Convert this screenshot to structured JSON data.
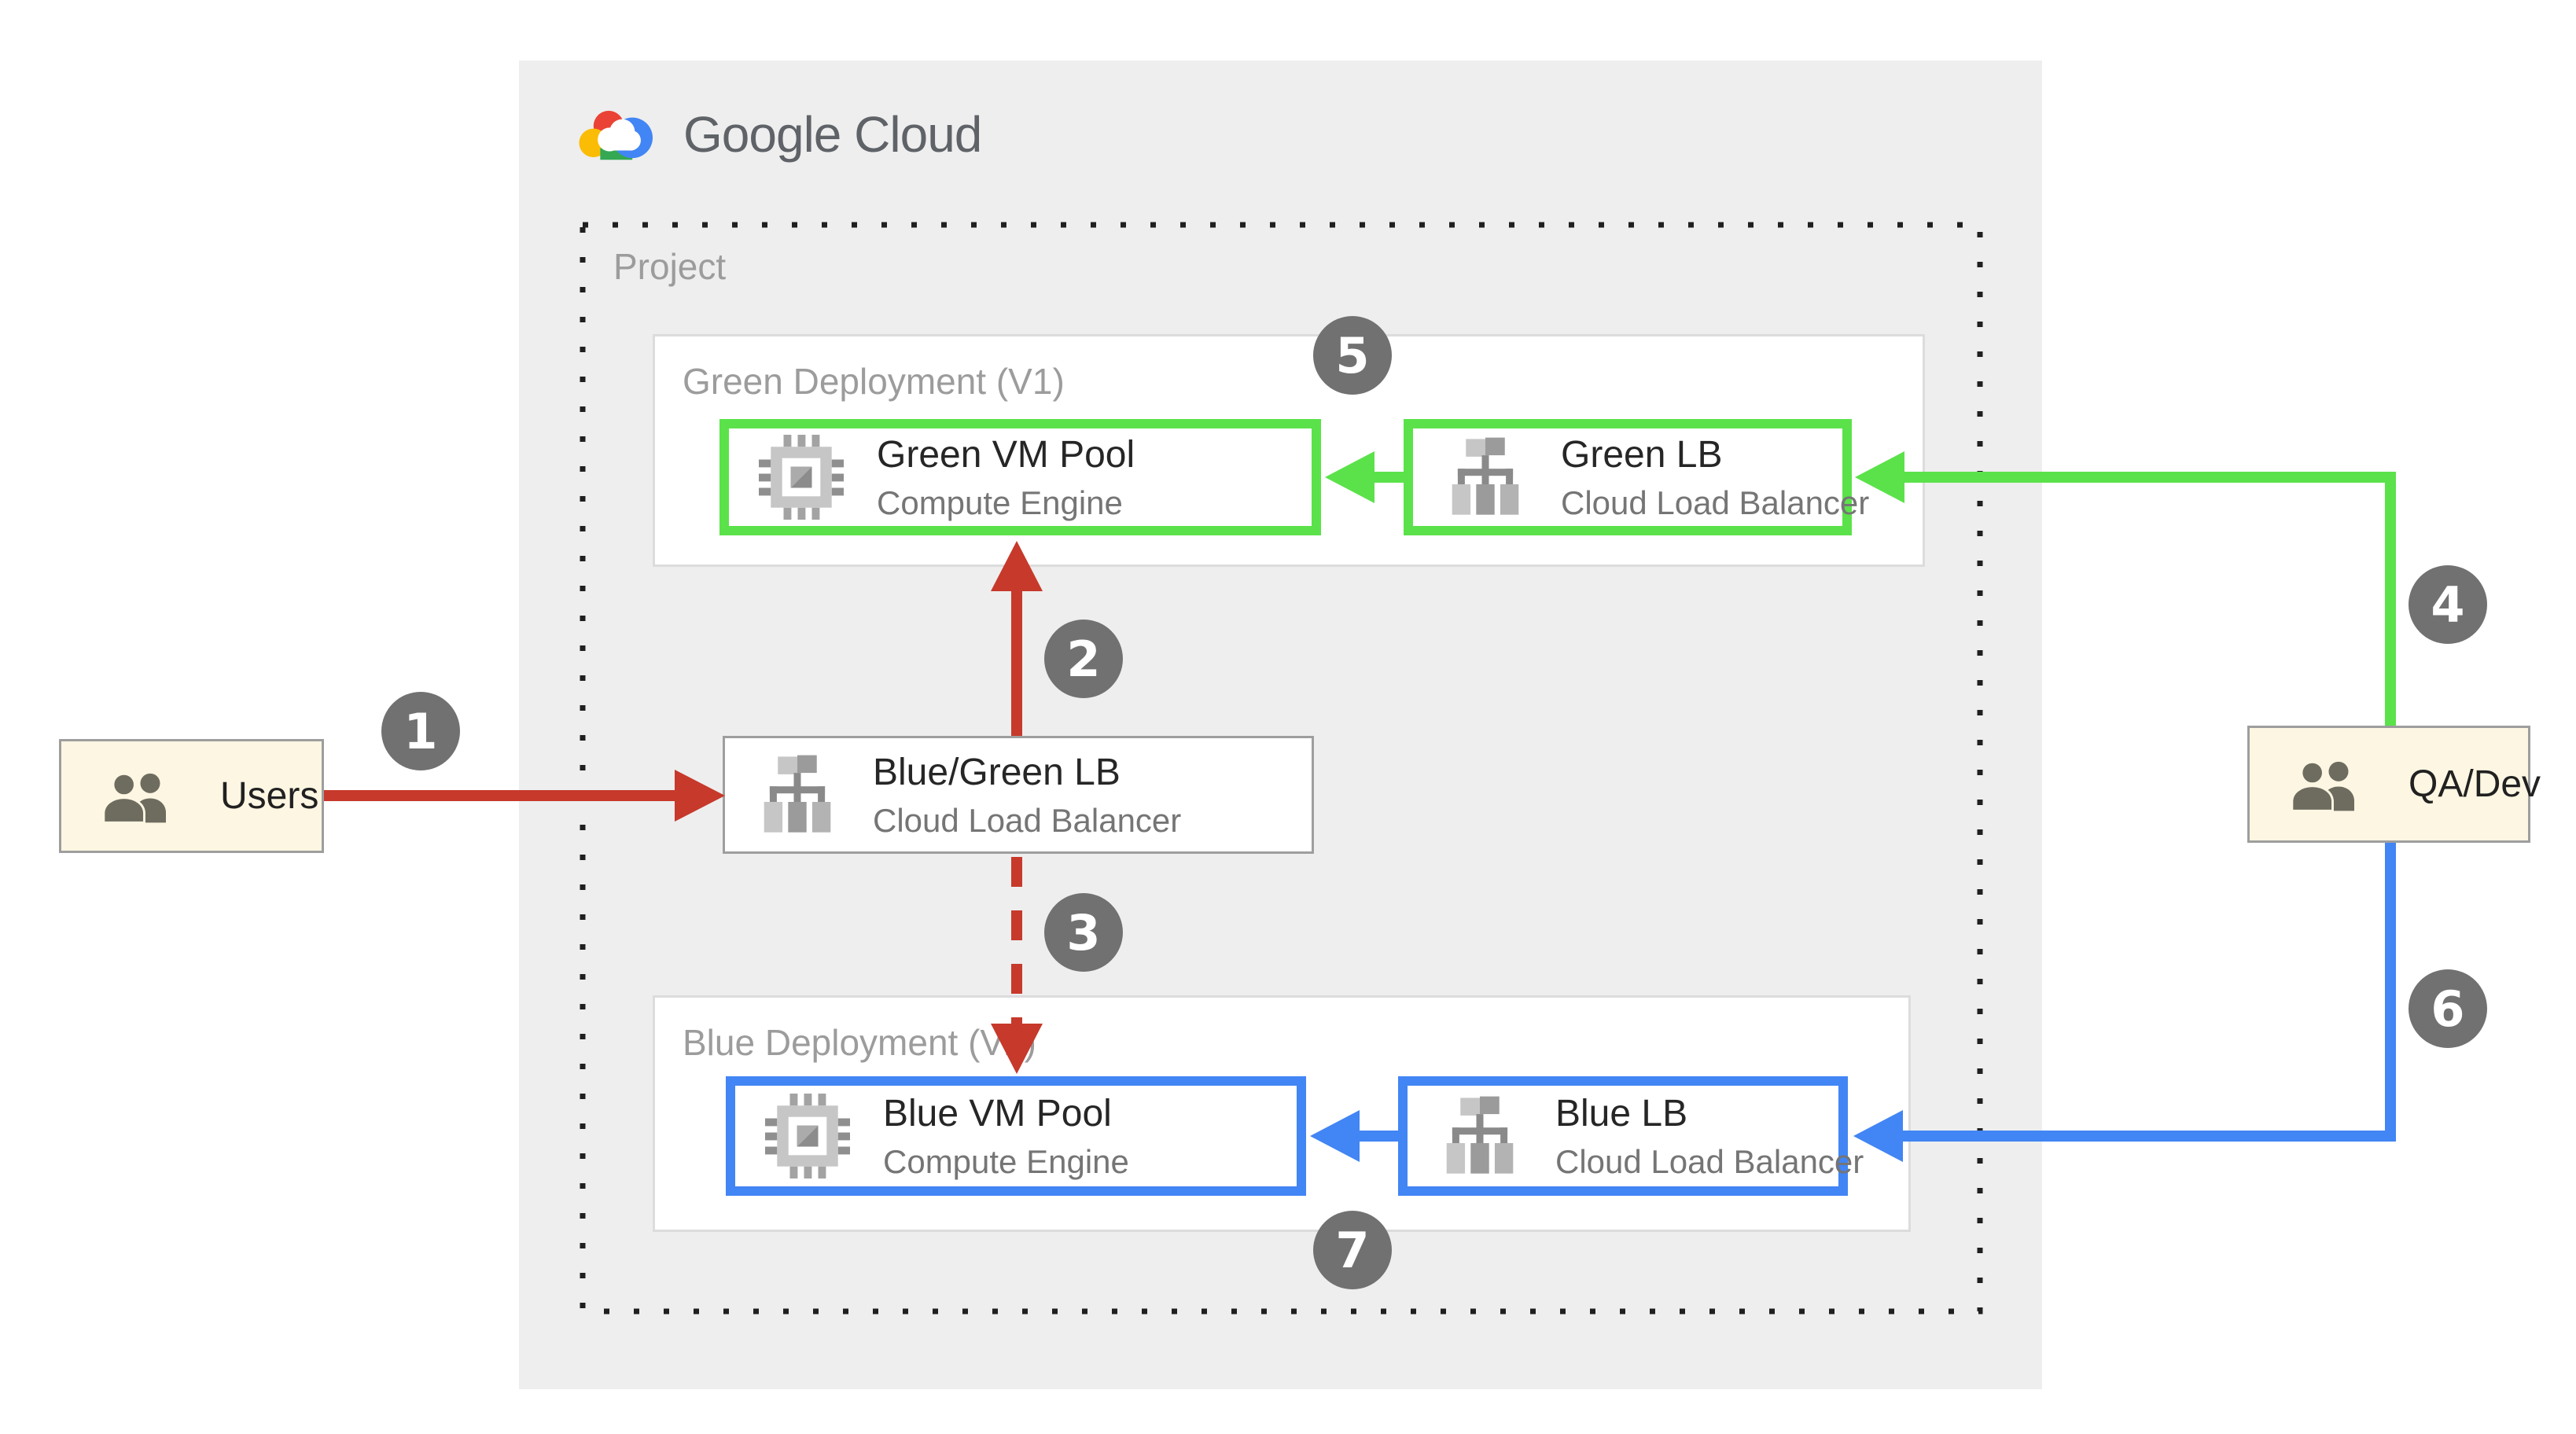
{
  "logo": {
    "text": "Google Cloud"
  },
  "project_label": "Project",
  "groups": {
    "green": {
      "label": "Green Deployment (V1)"
    },
    "blue": {
      "label": "Blue Deployment (V2)"
    }
  },
  "nodes": {
    "green_vm": {
      "title": "Green VM Pool",
      "subtitle": "Compute Engine"
    },
    "green_lb": {
      "title": "Green LB",
      "subtitle": "Cloud Load Balancer"
    },
    "bluegreen_lb": {
      "title": "Blue/Green LB",
      "subtitle": "Cloud Load Balancer"
    },
    "blue_vm": {
      "title": "Blue VM Pool",
      "subtitle": "Compute Engine"
    },
    "blue_lb": {
      "title": "Blue LB",
      "subtitle": "Cloud Load Balancer"
    }
  },
  "actors": {
    "users": {
      "label": "Users"
    },
    "qa": {
      "label": "QA/Dev"
    }
  },
  "markers": [
    {
      "label": "1"
    },
    {
      "label": "2"
    },
    {
      "label": "3"
    },
    {
      "label": "4"
    },
    {
      "label": "5"
    },
    {
      "label": "6"
    },
    {
      "label": "7"
    }
  ],
  "colors": {
    "panel_bg": "#EEEEEE",
    "arrow_red": "#C6392B",
    "deploy_green": "#5BE24A",
    "deploy_blue": "#4285F4",
    "marker_bg": "#717171",
    "actor_bg": "#FCF6E2",
    "label_gray": "#9C9C9C",
    "subtitle_gray": "#757575",
    "logo_text": "#5F6368",
    "dotted_border": "#1F1F1F"
  }
}
